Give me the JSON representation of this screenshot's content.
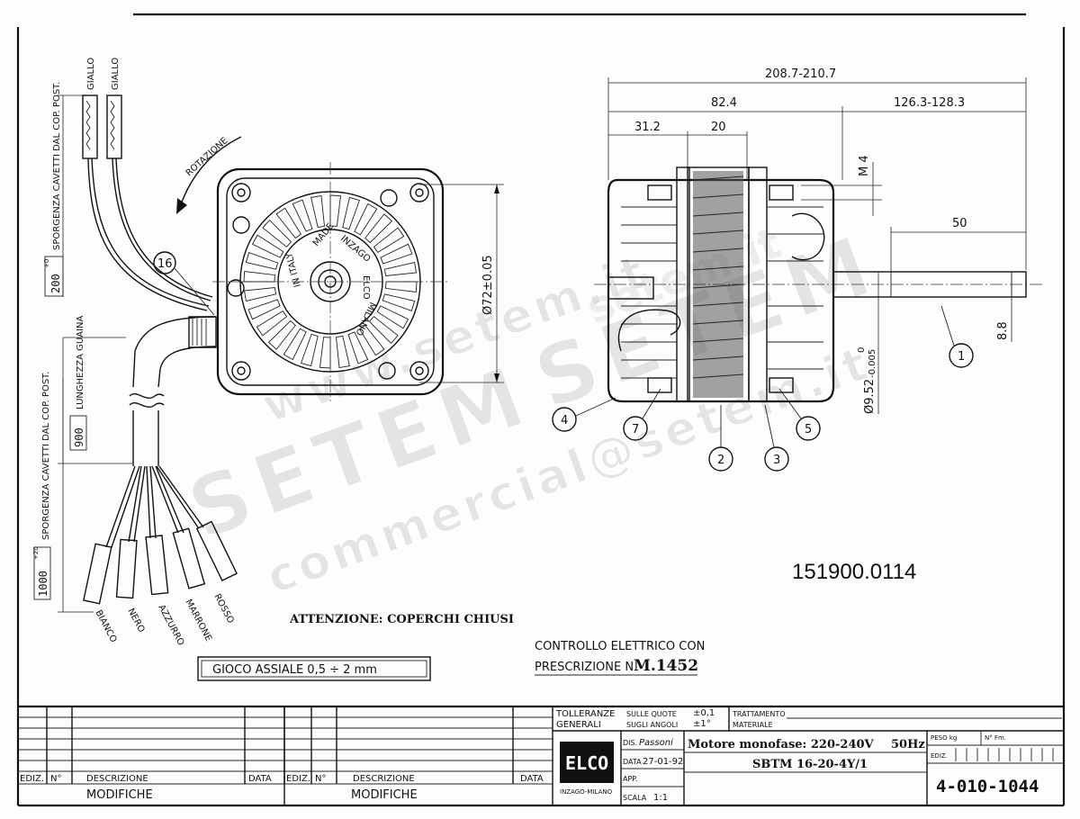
{
  "side_view": {
    "dims": {
      "overall": "208.7-210.7",
      "body": "82.4",
      "shaft_ext": "126.3-128.3",
      "d1": "31.2",
      "d2": "20",
      "m4": "M 4",
      "shaft_len": "50",
      "flat": "8.8",
      "shaft_dia": "Ø9.52",
      "tol_top": "0",
      "tol_bot": "-0.005"
    },
    "callouts": [
      "1",
      "2",
      "3",
      "4",
      "5",
      "7"
    ]
  },
  "front_view": {
    "dia": "Ø72±0.05",
    "rotation": "ROTAZIONE",
    "callout": "16",
    "hub_text": [
      "INZAGO",
      "MILANO",
      "MADE",
      "IN ITALY",
      "ELCO"
    ]
  },
  "cables": {
    "top_labels": [
      "GIALLO",
      "GIALLO"
    ],
    "bottom_labels": [
      "BIANCO",
      "NERO",
      "AZZURRO",
      "MARRONE",
      "ROSSO"
    ],
    "v1_value": "200",
    "v1_tol": "+0",
    "v1_tol2": "-5",
    "v1_text": "SPORGENZA CAVETTI DAL COP. POST.",
    "v2_value": "900",
    "v2_text": "LUNGHEZZA GUAINA",
    "v3_value": "1000",
    "v3_tol": "+20",
    "v3_tol2": "0",
    "v3_text": "SPORGENZA CAVETTI DAL COP. POST."
  },
  "part_number": "151900.0114",
  "attention": "ATTENZIONE: COPERCHI CHIUSI",
  "axial": "GIOCO ASSIALE 0,5 ÷ 2 mm",
  "control_line1": "CONTROLLO ELETTRICO CON",
  "control_line2": "PRESCRIZIONE N",
  "control_number": "M.1452",
  "watermark": {
    "url": "www.setem.it",
    "brand": "SETEM",
    "email": "commercial@setem.it",
    "site2": "setem.it",
    "brand2": "SETEM"
  },
  "title_block": {
    "ediz": "EDIZ.",
    "n": "N°",
    "descrizione": "DESCRIZIONE",
    "data": "DATA",
    "modifiche": "MODIFICHE",
    "tolleranze": "TOLLERANZE",
    "generali": "GENERALI",
    "sulle_quote": "SULLE QUOTE",
    "sugli_angoli": "SUGLI ANGOLI",
    "quote_val": "±0,1",
    "angoli_val": "±1°",
    "trattamento": "TRATTAMENTO",
    "materiale": "MATERIALE",
    "dis": "DIS.",
    "dis_val": "Passoni",
    "data_lbl": "DATA",
    "data_val": "27-01-92",
    "app": "APP.",
    "scala": "SCALA",
    "scala_val": "1:1",
    "logo": "ELCO",
    "logo_sub": "INZAGO-MILANO",
    "motor": "Motore monofase: 220-240V",
    "freq": "50Hz",
    "model": "SBTM 16-20-4Y/1",
    "peso": "PESO kg",
    "nfm": "N° Fm.",
    "ediz2": "EDIZ.",
    "drawing_no": "4-010-1044"
  }
}
